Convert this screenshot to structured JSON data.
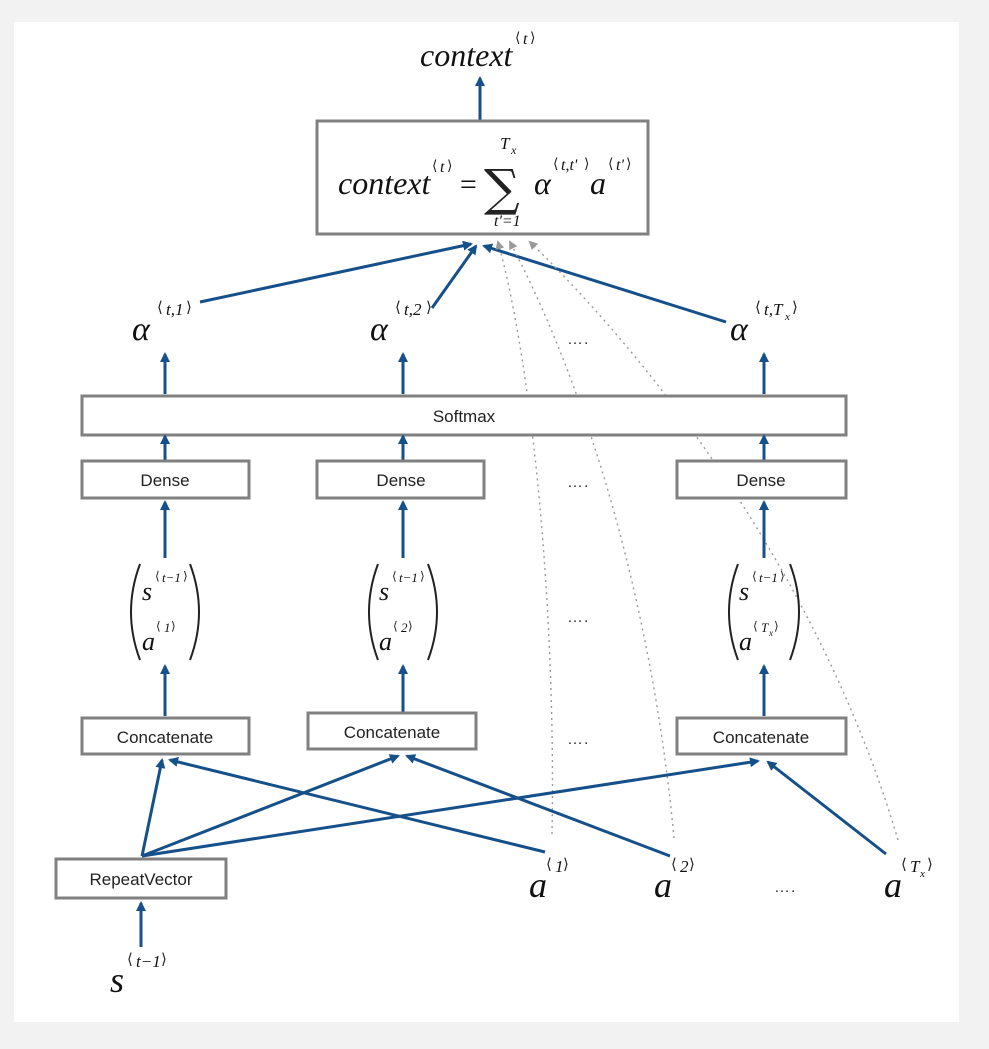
{
  "output_label": "context",
  "output_sup": "t",
  "formula": {
    "lhs": "context",
    "lhs_sup": "t",
    "equals": "=",
    "sum_symbol": "∑",
    "sum_upper": "T",
    "sum_upper_sub": "x",
    "sum_lower": "t'=1",
    "alpha": "α",
    "alpha_sup": "t,t'",
    "a": "a",
    "a_sup": "t'"
  },
  "alphas": [
    {
      "symbol": "α",
      "sup": "t,1"
    },
    {
      "symbol": "α",
      "sup": "t,2"
    },
    {
      "symbol": "α",
      "sup": "t,T",
      "sup_sub": "x"
    }
  ],
  "softmax_label": "Softmax",
  "dense_label": "Dense",
  "concatenate_label": "Concatenate",
  "repeatvector_label": "RepeatVector",
  "ellipsis": "….",
  "vectors": [
    {
      "top": "s",
      "top_sup": "t−1",
      "bottom": "a",
      "bottom_sup": "1"
    },
    {
      "top": "s",
      "top_sup": "t−1",
      "bottom": "a",
      "bottom_sup": "2"
    },
    {
      "top": "s",
      "top_sup": "t−1",
      "bottom": "a",
      "bottom_sup": "T",
      "bottom_sup_sub": "x"
    }
  ],
  "inputs": [
    {
      "symbol": "a",
      "sup": "1"
    },
    {
      "symbol": "a",
      "sup": "2"
    },
    {
      "symbol": "a",
      "sup": "T",
      "sup_sub": "x"
    }
  ],
  "s_input": {
    "symbol": "s",
    "sup": "t−1"
  },
  "colors": {
    "arrow": "#16508a",
    "box_border": "#808080",
    "dotted": "#9a9a9a"
  }
}
